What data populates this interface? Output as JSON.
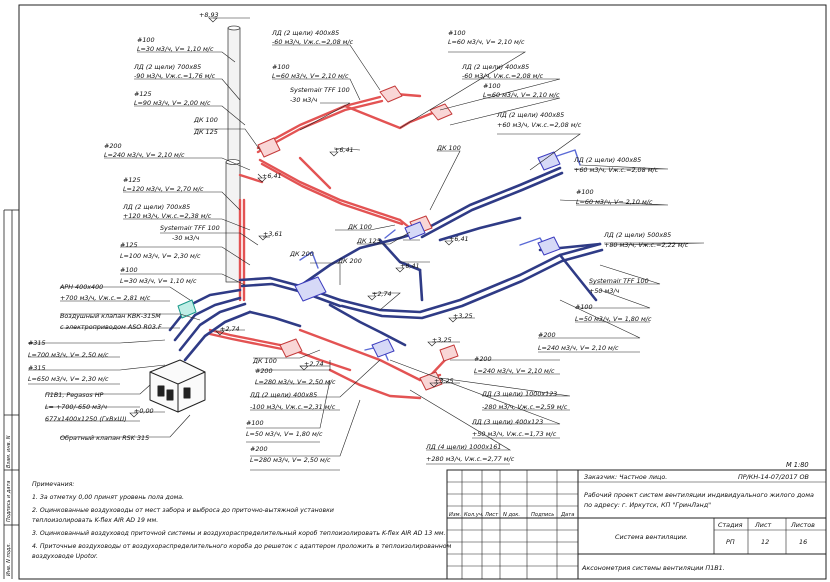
{
  "annotations": {
    "a1": "+8,93",
    "a2": "#100",
    "a3": "L=30 м3/ч, V= 1,10 м/с",
    "a4": "ЛД (2 щели) 700х85",
    "a5": "-90 м3/ч, Vж.с.=1,76 м/с",
    "a6": "#125",
    "a7": "L=90 м3/ч, V= 2,00 м/с",
    "a8": "ЛД (2 щели) 400х85",
    "a9": "-60 м3/ч, Vж.с.=2,08 м/с",
    "a10": "#100",
    "a11": "L=60 м3/ч, V= 2,10 м/с",
    "a12": "ЛД (2 щели) 400х85",
    "a13": "-60 м3/ч, Vж.с.=2,08 м/с",
    "a14": "#100",
    "a15": "L=60 м3/ч, V= 2,10 м/с",
    "a16": "#100",
    "a17": "L=60 м3/ч, V= 2,10 м/с",
    "a18": "Systemair TFF 100",
    "a19": "-30 м3/ч",
    "a20": "ДК 100",
    "a21": "ДК 125",
    "a22": "ЛД (2 щели) 400х85",
    "a23": "+60 м3/ч, Vж.с.=2,08 м/с",
    "a24": "#200",
    "a25": "L=240 м3/ч, V= 2,10 м/с",
    "a26": "+6,41",
    "a27": "+6,41",
    "a28": "ДК 100",
    "a29": "#125",
    "a30": "L=120 м3/ч, V= 2,70 м/с",
    "a31": "ЛД (2 щели) 700х85",
    "a32": "+120 м3/ч, Vж.с.=2,38 м/с",
    "a33": "ЛД (2 щели) 400х85",
    "a34": "+60 м3/ч, Vж.с.=2,08 м/с",
    "a35": "#100",
    "a36": "L=60 м3/ч, V= 2,10 м/с",
    "a37": "Systemair TFF 100",
    "a38": "-30 м3/ч",
    "a39": "+3,61",
    "a40": "ДК 100",
    "a41": "ДК 125",
    "a42": "+6,41",
    "a43": "ЛД (2 щели) 500х85",
    "a44": "+80 м3/ч, Vж.с.=2,22 м/с",
    "a45": "#125",
    "a46": "L=100 м3/ч, V= 2,30 м/с",
    "a47": "#100",
    "a48": "L=30 м3/ч, V= 1,10 м/с",
    "a49": "ДК 200",
    "a50": "ДК 200",
    "a51": "+6,41",
    "a52": "Systemair TFF 100",
    "a53": "+50 м3/ч",
    "a54": "АРН 400х400",
    "a55": "+700 м3/ч, Vж.с.= 2,81 м/с",
    "a56": "+2,74",
    "a57": "#100",
    "a58": "L=50 м3/ч, V= 1,80 м/с",
    "a59": "Воздушный клапан КВК-315М",
    "a60": "с электроприводом ASO R03.F",
    "a61": "+2,74",
    "a62": "+3,25",
    "a63": "#315",
    "a64": "L=700 м3/ч, V= 2,50 м/с",
    "a65": "#315",
    "a66": "L=650 м3/ч, V= 2,30 м/с",
    "a67": "ДК 100",
    "a68": "#200",
    "a69": "L=240 м3/ч, V= 2,10 м/с",
    "a70": "+3,25",
    "a71": "#200",
    "a72": "L=240 м3/ч, V= 2,10 м/с",
    "a73": "#200",
    "a74": "L=280 м3/ч, V= 2,50 м/с",
    "a75": "+2,74",
    "a76": "+3,25",
    "a77": "П1В1, Pegasos HP",
    "a78": "L= +700/-650 м3/ч",
    "a79": "677х1400х1250 (ГхВхШ)",
    "a80": "ЛД (2 щели) 400х85",
    "a81": "-100 м3/ч, Vж.с.=2,31 м/с",
    "a82": "ЛД (3 щели) 1000х123",
    "a83": "-280 м3/ч, Vж.с.=2,59 м/с",
    "a84": "+0,00",
    "a85": "#100",
    "a86": "L=50 м3/ч, V= 1,80 м/с",
    "a87": "ЛД (3 щели) 400х123",
    "a88": "+50 м3/ч, Vж.с.=1,73 м/с",
    "a89": "Обратный клапан RSK 315",
    "a90": "ЛД (4 щели) 1000х161",
    "a91": "+280 м3/ч, Vж.с.=2,77 м/с",
    "a92": "#200",
    "a93": "L=280 м3/ч, V= 2,50 м/с"
  },
  "notes": {
    "title": "Примечания:",
    "items": [
      "1. За отметку 0,00 принят уровень пола дома.",
      "2. Оцинкованные воздуховоды от мест забора и выброса до приточно-вытяжной установки",
      "теплоизолировать K-flex AIR AD 19 мм.",
      "3. Оцинкованный воздуховод приточной системы и воздухораспределительный короб теплоизолировать K-flex AIR AD 13 мм.",
      "4. Приточные воздуховоды от воздухораспределительного короба до решеток с адаптером проложить в теплоизолированном",
      "воздуховоде Upotor."
    ]
  },
  "scale": "М 1:80",
  "left_strip": [
    "Взам. инв. N",
    "Подпись и дата",
    "Инв. N подл."
  ],
  "title_block": {
    "customer": "Заказчик: Частное лицо.",
    "code": "ПР/КН-14-07/2017 ОВ",
    "project": "Рабочий проект систем вентиляции индивидуального жилого дома",
    "address": "по адресу: г. Иркутск, КП \"ГринЛэнд\"",
    "headers": [
      "Изм.",
      "Кол.уч.",
      "Лист",
      "N док.",
      "Подпись",
      "Дата"
    ],
    "system": "Система вентиляции.",
    "stage_label": "Стадия",
    "sheet_label": "Лист",
    "sheets_label": "Листов",
    "stage": "РП",
    "sheet": "12",
    "sheets": "16",
    "drawing": "Аксонометрия системы вентиляции П1В1."
  },
  "colors": {
    "supply": "#e35353",
    "exhaust": "#3d3dbf",
    "outdoor": "#2f3b86",
    "line": "#111111"
  }
}
